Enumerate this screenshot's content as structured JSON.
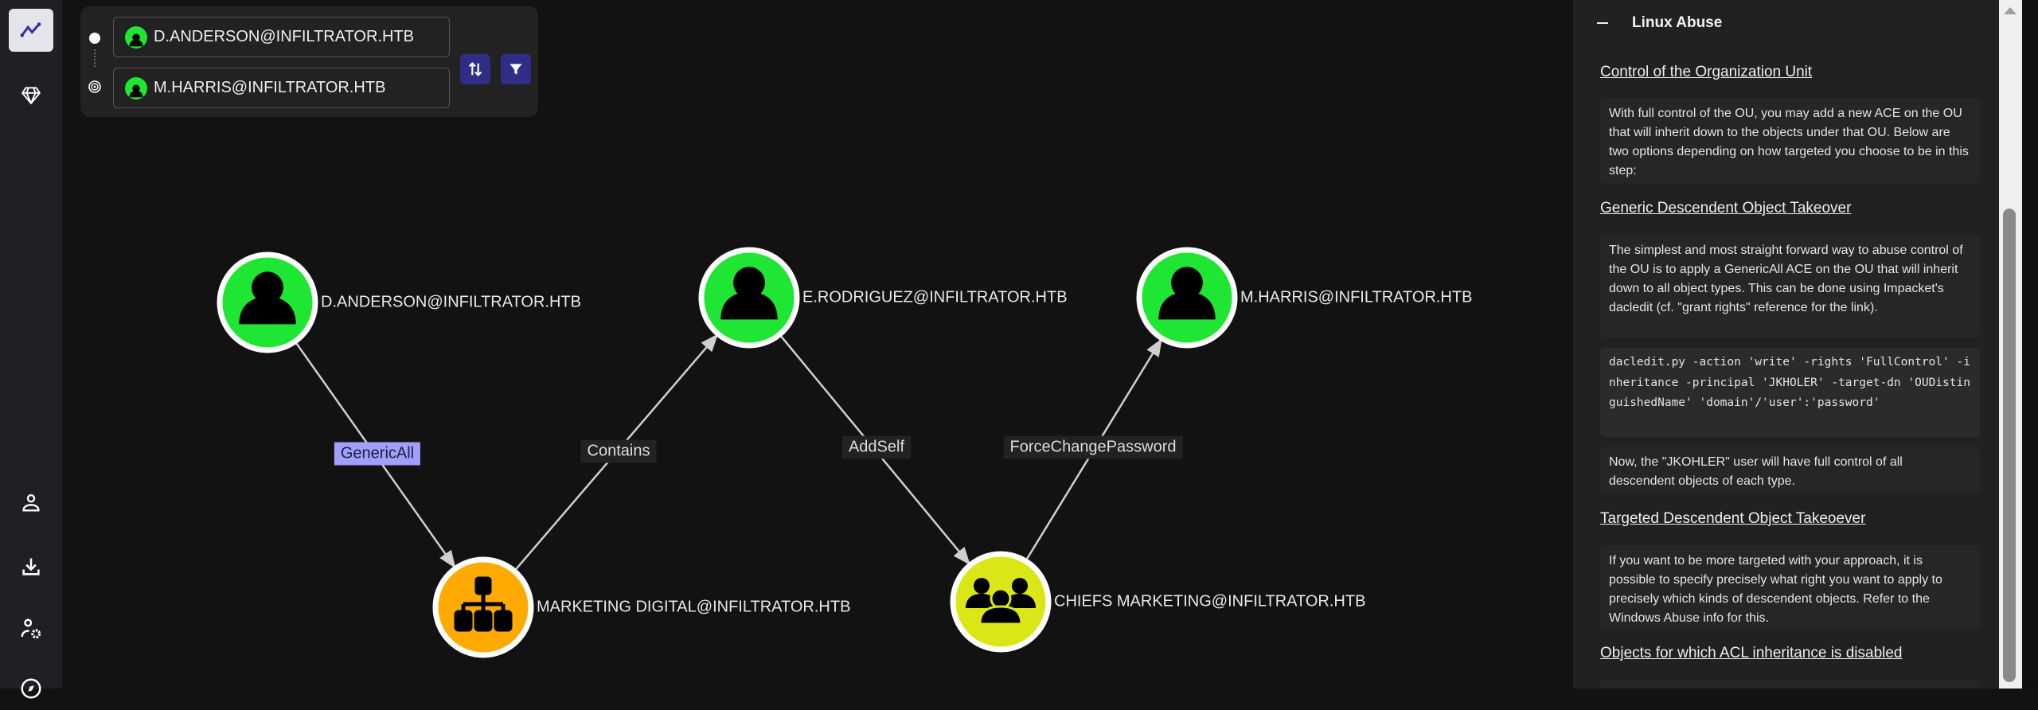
{
  "sidebar": {
    "items": [
      {
        "name": "explore",
        "icon": "chart-line-icon",
        "active": true
      },
      {
        "name": "cypher",
        "icon": "diamond-icon"
      },
      {
        "name": "profile",
        "icon": "user-icon"
      },
      {
        "name": "download",
        "icon": "download-icon"
      },
      {
        "name": "administration",
        "icon": "user-gear-icon"
      },
      {
        "name": "compass",
        "icon": "compass-icon"
      }
    ]
  },
  "pathfinding": {
    "start": "D.ANDERSON@INFILTRATOR.HTB",
    "end": "M.HARRIS@INFILTRATOR.HTB",
    "swap_icon": "swap-vertical-icon",
    "filter_icon": "filter-icon",
    "accent": "#2f2d86"
  },
  "graph": {
    "nodes": [
      {
        "label": "D.ANDERSON@INFILTRATOR.HTB",
        "type": "user",
        "color": "#1ee632"
      },
      {
        "label": "E.RODRIGUEZ@INFILTRATOR.HTB",
        "type": "user",
        "color": "#1ee632"
      },
      {
        "label": "M.HARRIS@INFILTRATOR.HTB",
        "type": "user",
        "color": "#1ee632"
      },
      {
        "label": "MARKETING DIGITAL@INFILTRATOR.HTB",
        "type": "ou",
        "color": "#ffaa00"
      },
      {
        "label": "CHIEFS MARKETING@INFILTRATOR.HTB",
        "type": "group",
        "color": "#dbe617"
      }
    ],
    "edges": [
      {
        "label": "GenericAll",
        "selected": true
      },
      {
        "label": "Contains"
      },
      {
        "label": "AddSelf"
      },
      {
        "label": "ForceChangePassword"
      }
    ]
  },
  "panel": {
    "section_title": "Linux Abuse",
    "h1": "Control of the Organization Unit",
    "p1": "With full control of the OU, you may add a new ACE on the OU that will inherit down to the objects under that OU. Below are two options depending on how targeted you choose to be in this step:",
    "h2": "Generic Descendent Object Takeover",
    "p2": "The simplest and most straight forward way to abuse control of the OU is to apply a GenericAll ACE on the OU that will inherit down to all object types. This can be done using Impacket's dacledit (cf. \"grant rights\" reference for the link).",
    "code": "dacledit.py -action 'write' -rights 'FullControl' -inheritance -principal 'JKHOLER' -target-dn 'OUDistinguishedName' 'domain'/'user':'password'",
    "p3": "Now, the \"JKOHLER\" user will have full control of all descendent objects of each type.",
    "h3": "Targeted Descendent Object Takeoever",
    "p4": "If you want to be more targeted with your approach, it is possible to specify precisely what right you want to apply to precisely which kinds of descendent objects. Refer to the Windows Abuse info for this.",
    "h4": "Objects for which ACL inheritance is disabled"
  }
}
